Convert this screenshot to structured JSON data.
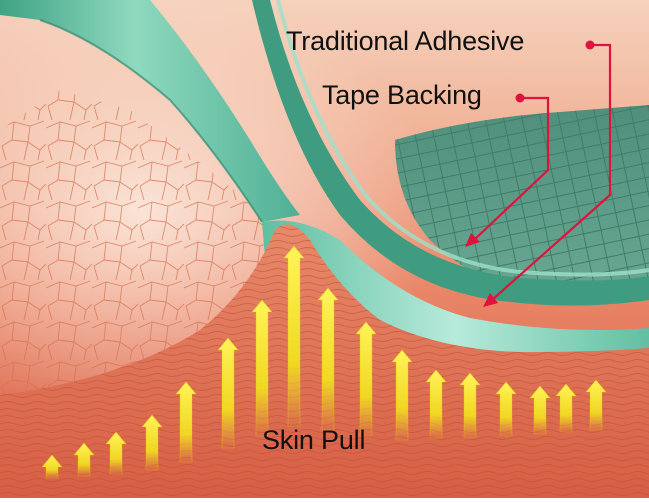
{
  "labels": {
    "traditional_adhesive": "Traditional Adhesive",
    "tape_backing": "Tape Backing",
    "skin_pull": "Skin Pull"
  },
  "colors": {
    "skin": "#e98466",
    "skin_light": "#f6d4c0",
    "skin_dark": "#cf5a3e",
    "skin_cells": "#d86a4c",
    "tape": "#6bc2a6",
    "tape_dark": "#2e8a70",
    "mesh_green": "#5a9c86",
    "arrow_yellow": "#f5ea1c",
    "callout_red": "#e0123e"
  },
  "icons": {
    "pull_arrow": "arrow-up-icon",
    "callout_dot": "dot-icon"
  }
}
